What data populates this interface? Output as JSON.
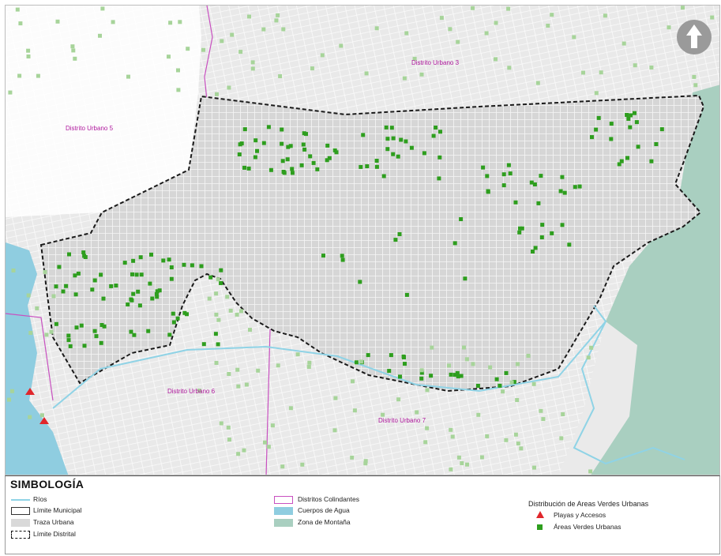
{
  "map": {
    "districts": {
      "d3": "Distrito Urbano 3",
      "d5": "Distrito Urbano 5",
      "d6": "Distrito Urbano 6",
      "d7": "Distrito Urbano 7"
    },
    "north_arrow_icon": "north-arrow-icon"
  },
  "legend": {
    "title": "SIMBOLOGÍA",
    "col1": {
      "rios": "Ríos",
      "limite_municipal": "Límite Municipal",
      "traza_urbana": "Traza Urbana",
      "limite_distrital": "Límite Distrital"
    },
    "col2": {
      "distritos_colindantes": "Distritos Colindantes",
      "cuerpos_agua": "Cuerpos de Agua",
      "zona_montana": "Zona de Montaña"
    },
    "col3": {
      "heading": "Distribución de Areas Verdes Urbanas",
      "playas": "Playas y Accesos",
      "areas_verdes": "Áreas Verdes Urbanas"
    }
  },
  "colors": {
    "rios": "#8fd3e6",
    "water": "#8fcde0",
    "mountain": "#a9cfc0",
    "urban": "#d9d9d9",
    "district_line": "#c850c0",
    "green_area": "#2e9e1e",
    "green_area_light": "#a7d49a",
    "beach": "#e0262b"
  }
}
